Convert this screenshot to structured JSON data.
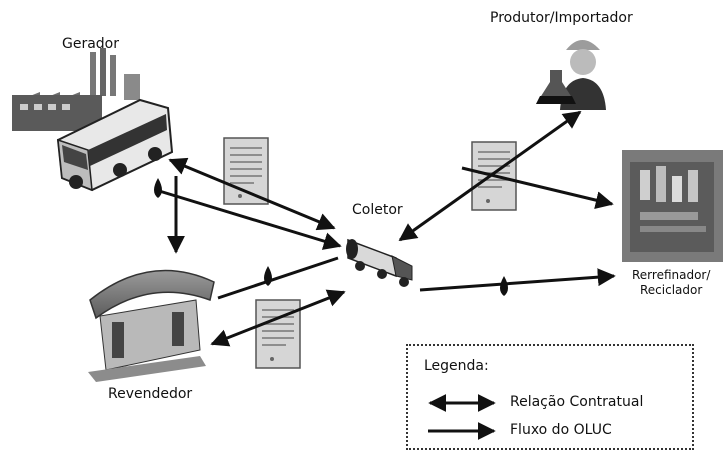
{
  "nodes": {
    "gerador": "Gerador",
    "produtor": "Produtor/Importador",
    "coletor": "Coletor",
    "revendedor": "Revendedor",
    "rerrefinador_line1": "Rerrefinador/",
    "rerrefinador_line2": "Reciclador"
  },
  "legend": {
    "title": "Legenda:",
    "items": [
      {
        "label": "Relação Contratual",
        "symbol": "double-arrow"
      },
      {
        "label": "Fluxo do OLUC",
        "symbol": "single-arrow"
      }
    ]
  },
  "colors": {
    "ink": "#111111",
    "doc_fill": "#d6d6d6",
    "drop": "#111111"
  },
  "icons": [
    "factory-icon",
    "bus-icon",
    "fuel-station-icon",
    "tanker-truck-icon",
    "worker-icon",
    "flask-icon",
    "refinery-icon",
    "document-icon",
    "oil-drop-icon"
  ]
}
